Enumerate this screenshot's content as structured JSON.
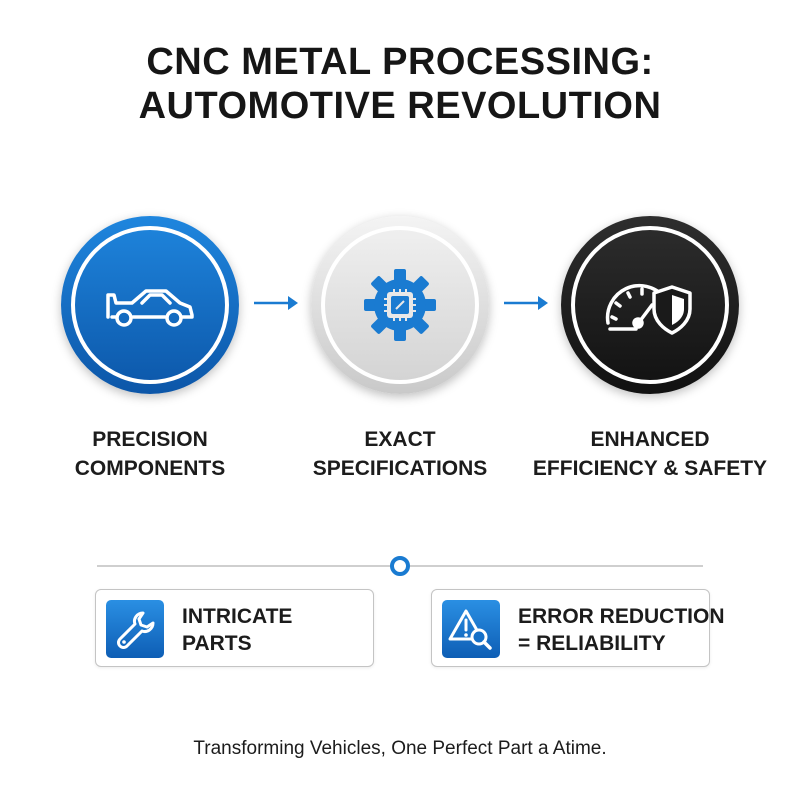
{
  "title": {
    "line1": "CNC METAL PROCESSING:",
    "line2": "AUTOMOTIVE REVOLUTION"
  },
  "steps": [
    {
      "line1": "PRECISION",
      "line2": "COMPONENTS",
      "icon": "car-icon"
    },
    {
      "line1": "EXACT",
      "line2": "SPECIFICATIONS",
      "icon": "gear-chip-icon"
    },
    {
      "line1": "ENHANCED",
      "line2": "EFFICIENCY & SAFETY",
      "icon": "speedometer-shield-icon"
    }
  ],
  "cards": [
    {
      "line1": "INTRICATE",
      "line2": "PARTS",
      "icon": "wrench-icon"
    },
    {
      "line1": "ERROR REDUCTION",
      "line2": "= RELIABILITY",
      "icon": "warning-magnifier-icon"
    }
  ],
  "tagline": "Transforming Vehicles, One Perfect Part a Atime.",
  "colors": {
    "accent_blue": "#1a7bd1",
    "dark": "#1a1a1a",
    "silver": "#d4d4d4"
  }
}
